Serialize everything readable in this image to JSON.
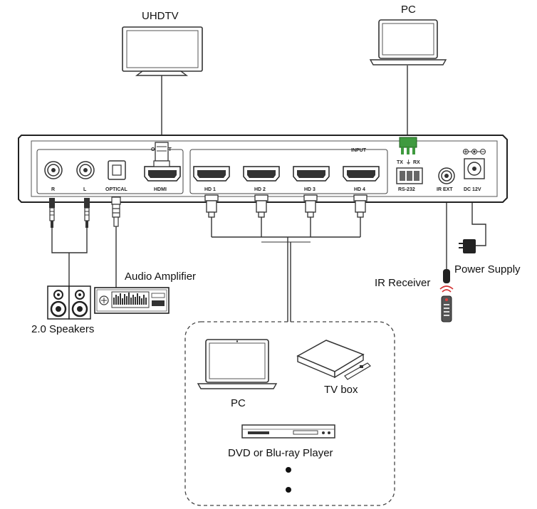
{
  "devices": {
    "uhdtv": "UHDTV",
    "pc_top": "PC",
    "speakers": "2.0 Speakers",
    "amplifier": "Audio Amplifier",
    "ir_receiver": "IR Receiver",
    "power_supply": "Power Supply",
    "pc_source": "PC",
    "tv_box": "TV box",
    "dvd": "DVD or Blu-ray Player"
  },
  "panel": {
    "port_r": "R",
    "port_l": "L",
    "port_optical": "OPTICAL",
    "port_hdmi": "HDMI",
    "output_header": "OUTPUT",
    "input_header": "INPUT",
    "hd1": "HD 1",
    "hd2": "HD 2",
    "hd3": "HD 3",
    "hd4": "HD 4",
    "tx": "TX",
    "rx": "RX",
    "rs232": "RS-232",
    "ir_ext": "IR EXT",
    "dc": "DC 12V"
  }
}
